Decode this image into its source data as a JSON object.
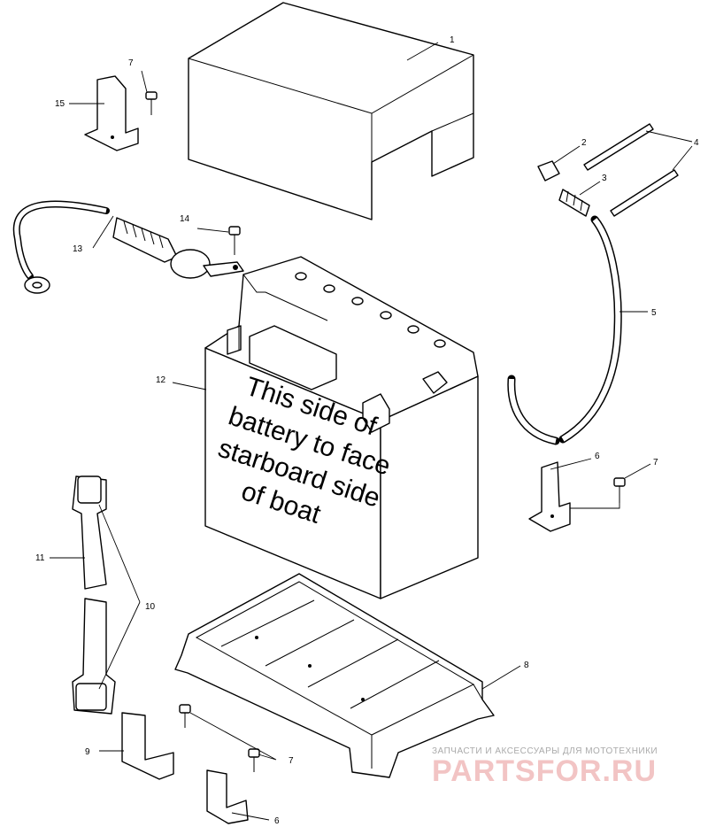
{
  "battery_label": [
    "This side of",
    "battery to face",
    "starboard side",
    "of boat"
  ],
  "callouts": {
    "c1": "1",
    "c2": "2",
    "c3": "3",
    "c4": "4",
    "c5": "5",
    "c6a": "6",
    "c6b": "6",
    "c7a": "7",
    "c7b": "7",
    "c7c": "7",
    "c8": "8",
    "c9": "9",
    "c10": "10",
    "c11": "11",
    "c12": "12",
    "c13": "13",
    "c14": "14",
    "c15": "15"
  },
  "watermark": {
    "tagline": "ЗАПЧАСТИ И АКСЕССУАРЫ ДЛЯ МОТОТЕХНИКИ",
    "brand": "PARTSFOR.RU"
  }
}
